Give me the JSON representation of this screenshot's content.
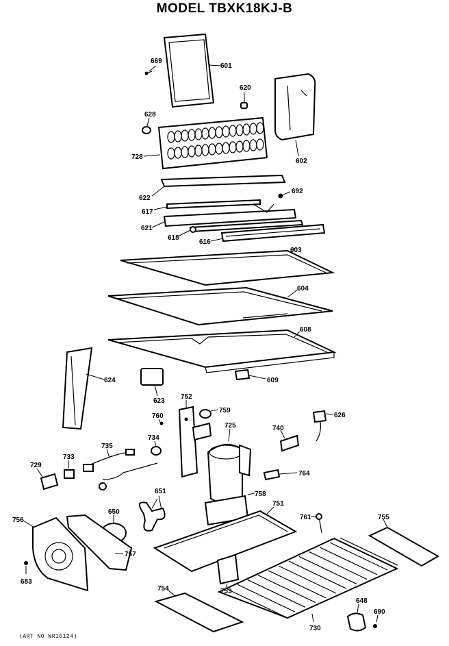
{
  "title": "MODEL TBXK18KJ-B",
  "art_no": "(ART NO WR16124)",
  "part_labels": {
    "p601": "601",
    "p669": "669",
    "p620": "620",
    "p602": "602",
    "p628": "628",
    "p728": "728",
    "p622": "622",
    "p692": "692",
    "p617": "617",
    "p621": "621",
    "p618": "618",
    "p616": "616",
    "p603": "603",
    "p604": "604",
    "p608": "608",
    "p624": "624",
    "p623": "623",
    "p609": "609",
    "p752": "752",
    "p759": "759",
    "p760": "760",
    "p725": "725",
    "p740": "740",
    "p626": "626",
    "p735": "735",
    "p734": "734",
    "p729": "729",
    "p733": "733",
    "p764": "764",
    "p651": "651",
    "p758": "758",
    "p751": "751",
    "p761": "761",
    "p755": "755",
    "p650": "650",
    "p756": "756",
    "p757": "757",
    "p683": "683",
    "p754": "754",
    "p753": "753",
    "p648": "648",
    "p690": "690",
    "p730": "730"
  }
}
